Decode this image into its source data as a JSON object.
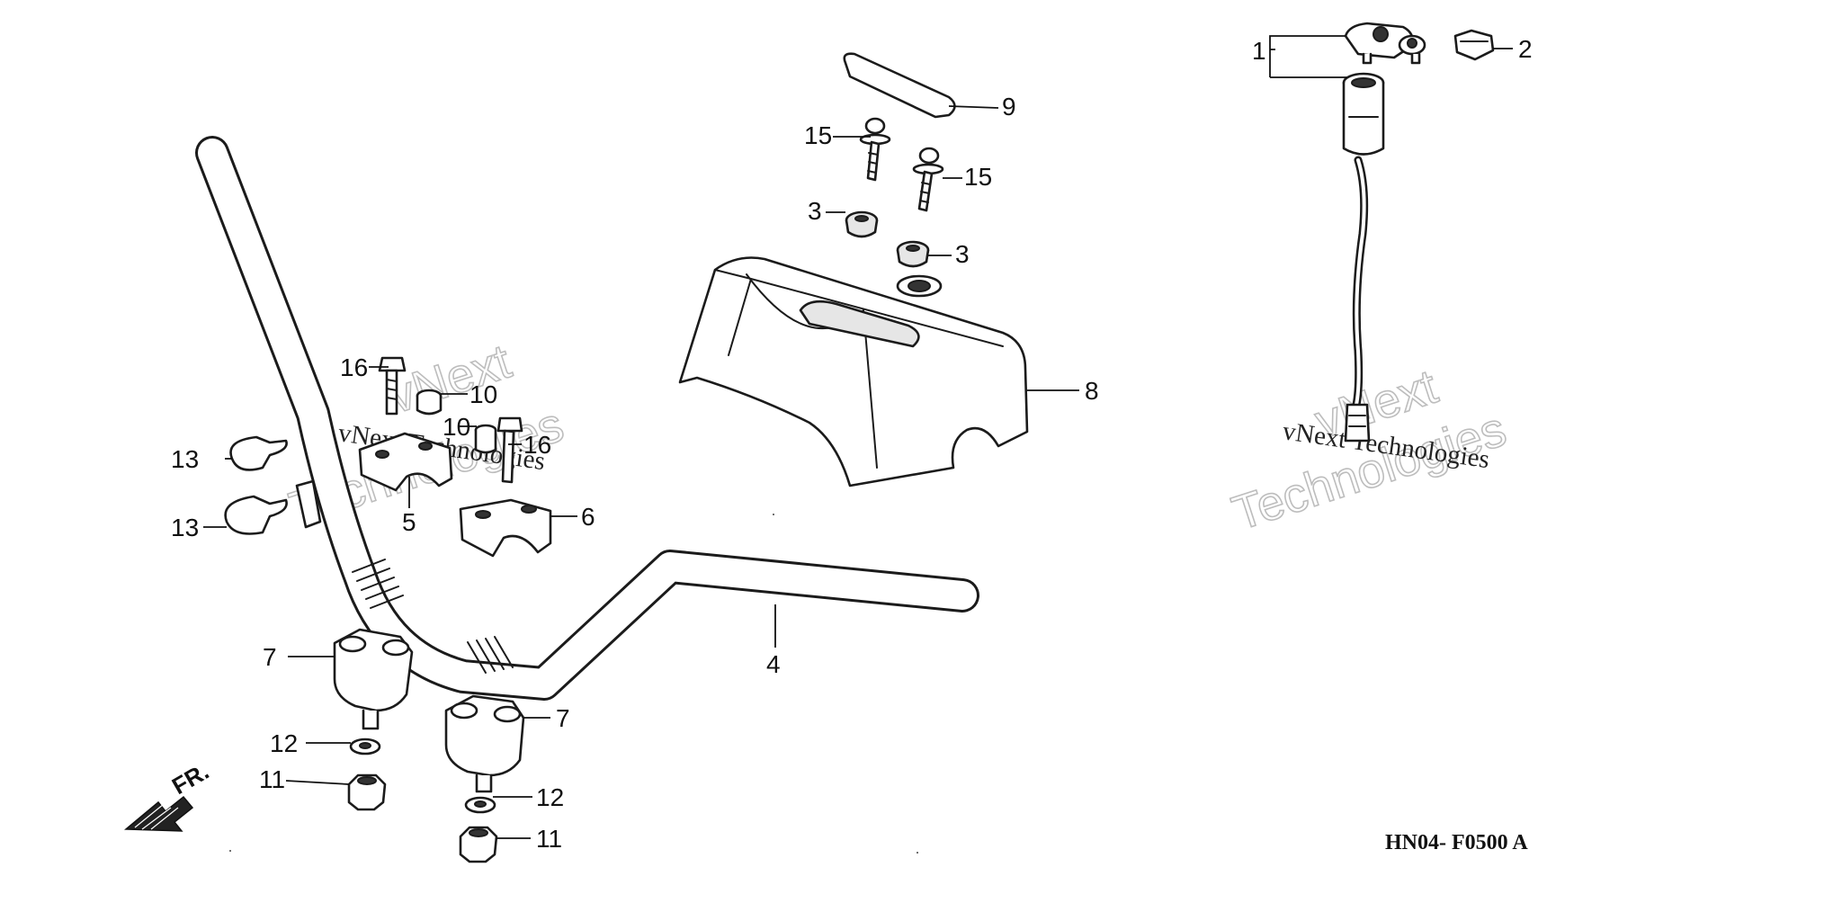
{
  "diagram": {
    "callouts": {
      "c1": "1",
      "c2": "2",
      "c3a": "3",
      "c3b": "3",
      "c4": "4",
      "c5": "5",
      "c6": "6",
      "c7a": "7",
      "c7b": "7",
      "c8": "8",
      "c9": "9",
      "c10a": "10",
      "c10b": "10",
      "c11a": "11",
      "c11b": "11",
      "c12a": "12",
      "c12b": "12",
      "c13a": "13",
      "c13b": "13",
      "c15a": "15",
      "c15b": "15",
      "c16a": "16",
      "c16b": "16"
    },
    "direction_label": "FR.",
    "diagram_code": "HN04- F0500 A",
    "watermarks": [
      {
        "small": "vNext Technologies",
        "big_top": "vNext",
        "big_bottom": "Technologies"
      },
      {
        "small": "vNext Technologies",
        "big_top": "vNext",
        "big_bottom": "Technologies"
      }
    ]
  }
}
